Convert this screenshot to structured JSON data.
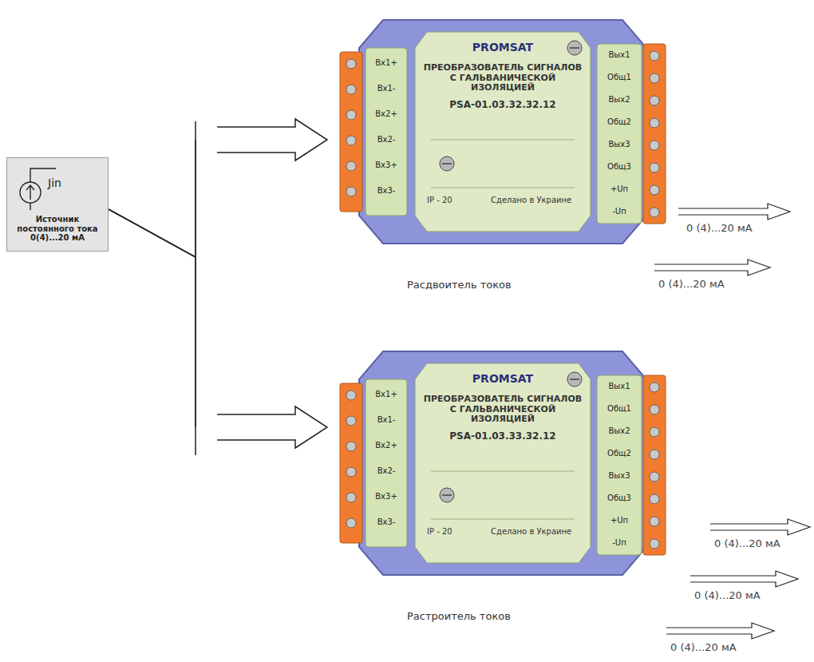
{
  "diagram": {
    "nodes": [
      {
        "text": [
          "Jin",
          "Источник постоянного тока 0(4)...20 мА"
        ]
      },
      {
        "text": [
          "ПРЕОБРАЗОВАТЕЛЬ СИГНАЛОВ С ГАЛЬВАНИЧЕСКОЙ ИЗОЛЯЦИЕЙ",
          "PSA-01.03.32.32.12",
          "Расдвоитель токов"
        ]
      },
      {
        "text": [
          "ПРЕОБРАЗОВАТЕЛЬ СИГНАЛОВ С ГАЛЬВАНИЧЕСКОЙ ИЗОЛЯЦИЕЙ",
          "PSA-01.03.33.32.12",
          "Растроитель токов"
        ]
      }
    ],
    "edges": [
      {
        "from": 0,
        "to": 1,
        "arrow": "to"
      },
      {
        "from": 0,
        "to": 2,
        "arrow": "to"
      }
    ],
    "labels": [
      "PROMSAT",
      "IP - 20",
      "Сделано в Украине",
      "Вх1+",
      "Вх1-",
      "Вх2+",
      "Вх2-",
      "Вх3+",
      "Вх3-",
      "Вых1",
      "Общ1",
      "Вых2",
      "Общ2",
      "Вых3",
      "Общ3",
      "+Uп",
      "-Uп",
      "0 (4)...20 мА",
      "0 (4)...20 мА",
      "PROMSAT",
      "IP - 20",
      "Сделано в Украине",
      "Вх1+",
      "Вх1-",
      "Вх2+",
      "Вх2-",
      "Вх3+",
      "Вх3-",
      "Вых1",
      "Общ1",
      "Вых2",
      "Общ2",
      "Вых3",
      "Общ3",
      "+Uп",
      "-Uп",
      "0 (4)...20 мА",
      "0 (4)...20 мА",
      "0 (4)...20 мА"
    ]
  }
}
